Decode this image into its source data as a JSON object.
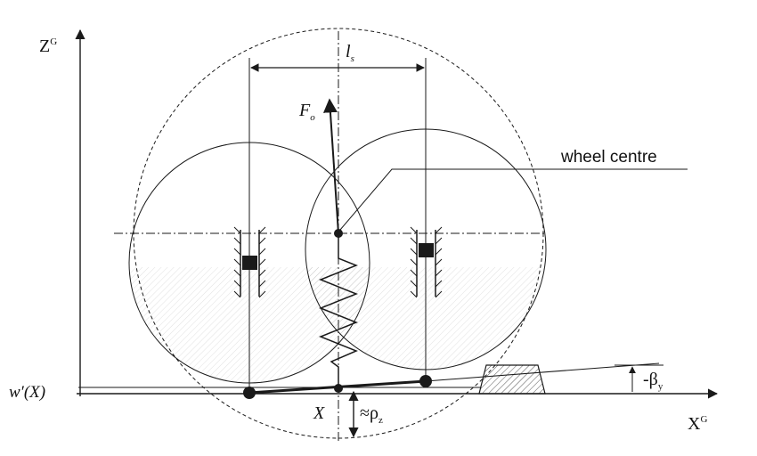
{
  "axes": {
    "z_label": {
      "base": "Z",
      "sup": "G"
    },
    "x_label": {
      "base": "X",
      "sup": "G"
    }
  },
  "labels": {
    "wheelbase": {
      "base": "l",
      "sub": "s"
    },
    "force": {
      "base": "F",
      "sub": "o"
    },
    "wheel_centre": "wheel centre",
    "profile": "w′(X)",
    "x_pos": "X",
    "rho": {
      "prefix": "≈ρ",
      "sub": "z"
    },
    "beta": {
      "base": "-β",
      "sub": "y"
    }
  },
  "colors": {
    "line": "#1a1a1a",
    "shade": "#d9d9d9",
    "background": "#ffffff"
  }
}
